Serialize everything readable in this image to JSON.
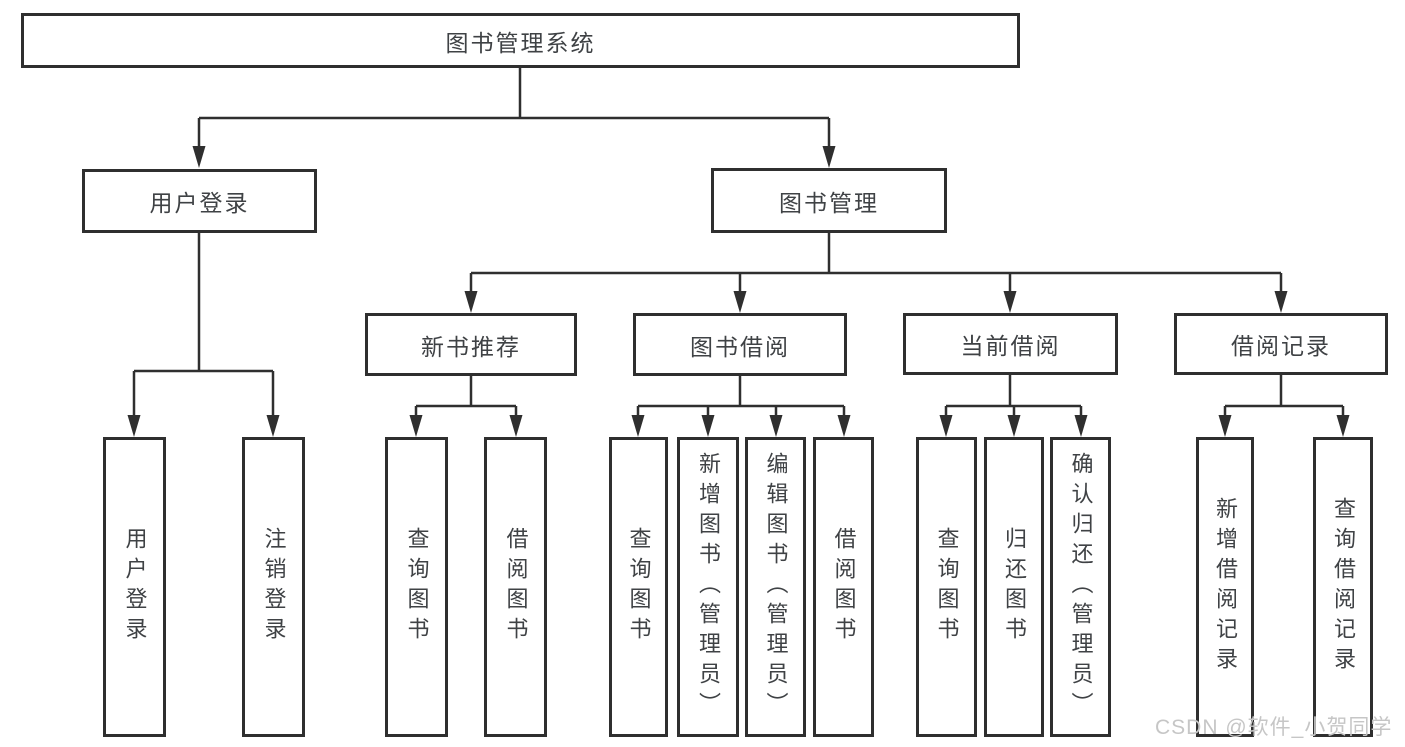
{
  "diagram_title": "图书管理系统",
  "tree": {
    "root": "图书管理系统",
    "children": [
      {
        "label": "用户登录",
        "children": [
          "用户登录",
          "注销登录"
        ]
      },
      {
        "label": "图书管理",
        "children": [
          {
            "label": "新书推荐",
            "children": [
              "查询图书",
              "借阅图书"
            ]
          },
          {
            "label": "图书借阅",
            "children": [
              "查询图书",
              "新增图书（管理员）",
              "编辑图书（管理员）",
              "借阅图书"
            ]
          },
          {
            "label": "当前借阅",
            "children": [
              "查询图书",
              "归还图书",
              "确认归还（管理员）"
            ]
          },
          {
            "label": "借阅记录",
            "children": [
              "新增借阅记录",
              "查询借阅记录"
            ]
          }
        ]
      }
    ]
  },
  "watermark": {
    "text": "CSDN @软件_小贺同学"
  },
  "colors": {
    "line": "#2f2f2f",
    "text": "#3f4245",
    "background": "#ffffff",
    "watermark": "#c6c6c6"
  }
}
